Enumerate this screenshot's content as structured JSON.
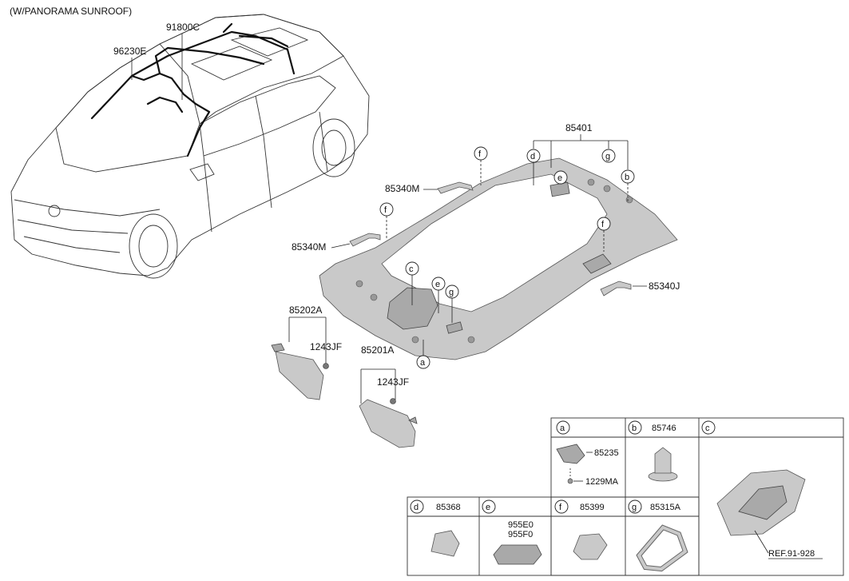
{
  "title": "(W/PANORAMA SUNROOF)",
  "callouts": {
    "wiring_a": "96230E",
    "wiring_b": "91800C",
    "headlining": "85401",
    "handle_rear": "85340M",
    "handle_front": "85340M",
    "handle_right": "85340J",
    "visor_left": "85202A",
    "visor_right": "85201A",
    "screw_left": "1243JF",
    "screw_right": "1243JF"
  },
  "letters": [
    "a",
    "b",
    "c",
    "d",
    "e",
    "f",
    "g"
  ],
  "table": {
    "cells": [
      {
        "letter": "a",
        "code": ""
      },
      {
        "letter": "b",
        "code": "85746"
      },
      {
        "letter": "c",
        "code": ""
      },
      {
        "letter": "d",
        "code": "85368"
      },
      {
        "letter": "e",
        "code": ""
      },
      {
        "letter": "f",
        "code": "85399"
      },
      {
        "letter": "g",
        "code": "85315A"
      }
    ],
    "a_parts": [
      "85235",
      "1229MA"
    ],
    "e_parts": [
      "955E0",
      "955F0"
    ],
    "c_ref": "REF.91-928"
  }
}
